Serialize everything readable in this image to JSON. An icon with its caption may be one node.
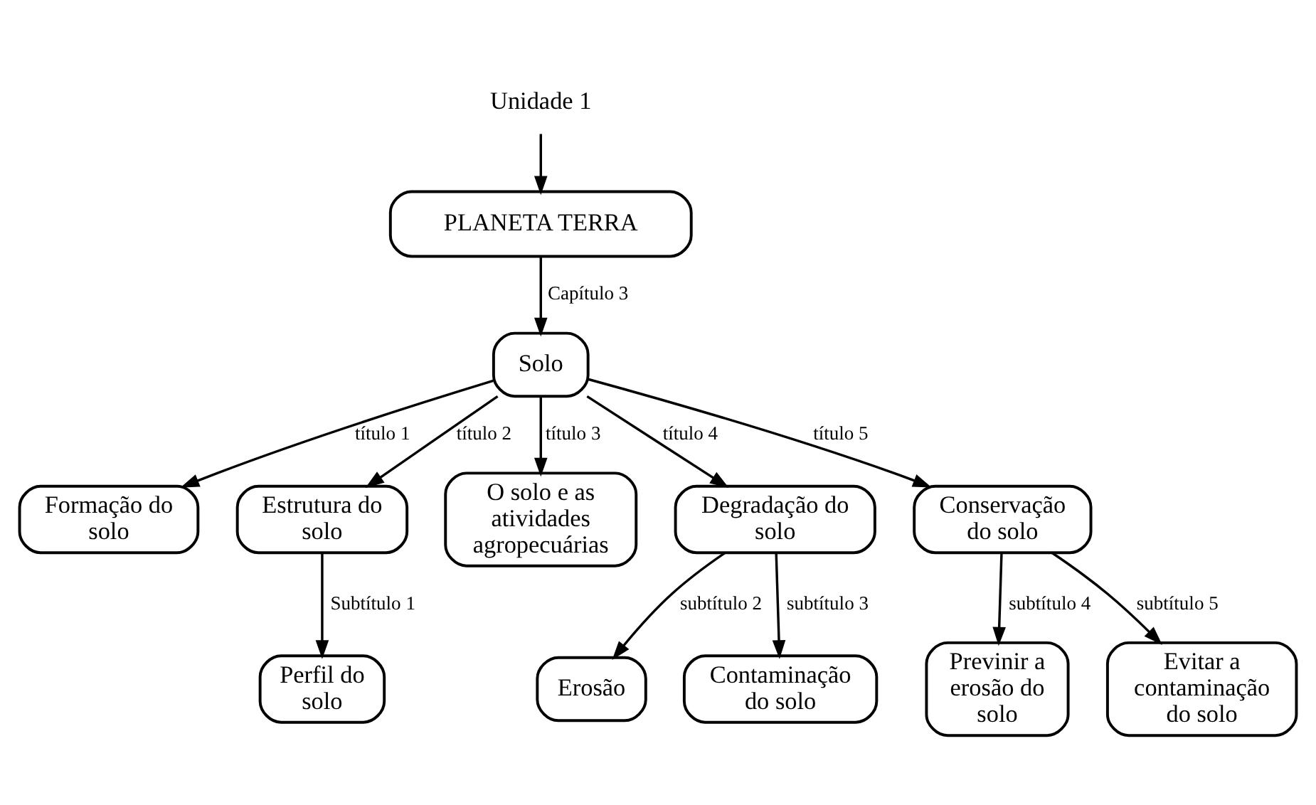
{
  "diagram": {
    "nodes": [
      {
        "text": [
          "Unidade 1"
        ]
      },
      {
        "text": [
          "PLANETA TERRA"
        ]
      },
      {
        "text": [
          "Solo"
        ]
      },
      {
        "text": [
          "Formação do solo"
        ]
      },
      {
        "text": [
          "Estrutura do solo"
        ]
      },
      {
        "text": [
          "O solo e as atividades agropecuárias"
        ]
      },
      {
        "text": [
          "Degradação do solo"
        ]
      },
      {
        "text": [
          "Conservação do solo"
        ]
      },
      {
        "text": [
          "Perfil do solo"
        ]
      },
      {
        "text": [
          "Erosão"
        ]
      },
      {
        "text": [
          "Contaminação do solo"
        ]
      },
      {
        "text": [
          "Previnir a erosão do solo"
        ]
      },
      {
        "text": [
          "Evitar a contaminação do solo"
        ]
      }
    ],
    "edges": [
      {
        "from": 0,
        "to": 1,
        "arrow": "to"
      },
      {
        "from": 1,
        "to": 2,
        "arrow": "to",
        "label": "Capítulo 3"
      },
      {
        "from": 2,
        "to": 3,
        "arrow": "to",
        "label": "título 1"
      },
      {
        "from": 2,
        "to": 4,
        "arrow": "to",
        "label": "título 2"
      },
      {
        "from": 2,
        "to": 5,
        "arrow": "to",
        "label": "título 3"
      },
      {
        "from": 2,
        "to": 6,
        "arrow": "to",
        "label": "título 4"
      },
      {
        "from": 2,
        "to": 7,
        "arrow": "to",
        "label": "título 5"
      },
      {
        "from": 4,
        "to": 8,
        "arrow": "to",
        "label": "Subtítulo 1"
      },
      {
        "from": 6,
        "to": 9,
        "arrow": "to",
        "label": "subtítulo 2"
      },
      {
        "from": 6,
        "to": 10,
        "arrow": "to",
        "label": "subtítulo 3"
      },
      {
        "from": 7,
        "to": 11,
        "arrow": "to",
        "label": "subtítulo 4"
      },
      {
        "from": 7,
        "to": 12,
        "arrow": "to",
        "label": "subtítulo 5"
      }
    ]
  }
}
